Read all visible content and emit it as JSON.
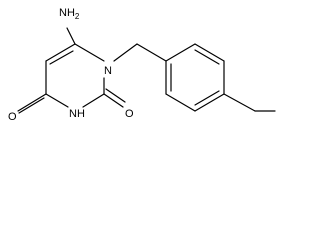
{
  "molecule": {
    "labels": {
      "amine": {
        "main": "NH",
        "sub": "2"
      },
      "ring_nitrogen": "N",
      "imide_nh": "NH",
      "carbonyl_left": "O",
      "carbonyl_right": "O"
    }
  }
}
